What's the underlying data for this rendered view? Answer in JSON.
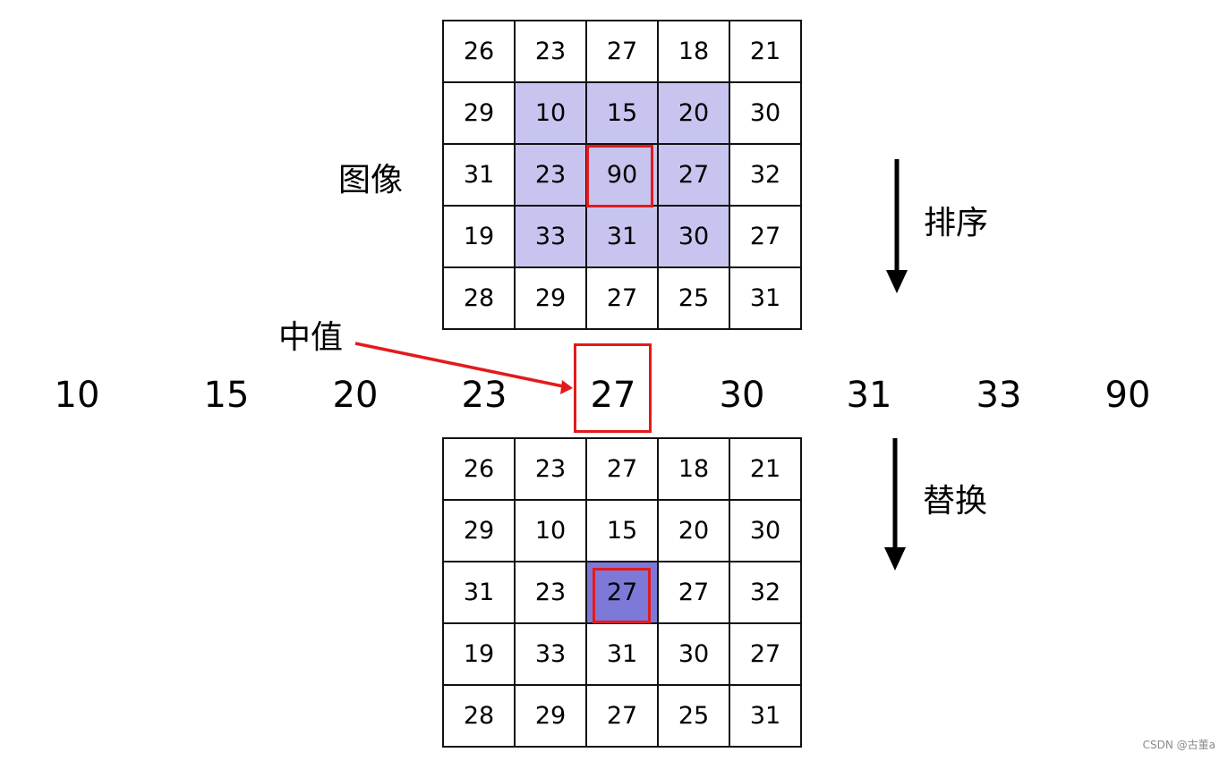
{
  "labels": {
    "image": "图像",
    "sort": "排序",
    "median": "中值",
    "replace": "替换"
  },
  "top_grid": [
    [
      "26",
      "23",
      "27",
      "18",
      "21"
    ],
    [
      "29",
      "10",
      "15",
      "20",
      "30"
    ],
    [
      "31",
      "23",
      "90",
      "27",
      "32"
    ],
    [
      "19",
      "33",
      "31",
      "30",
      "27"
    ],
    [
      "28",
      "29",
      "27",
      "25",
      "31"
    ]
  ],
  "sorted_values": [
    "10",
    "15",
    "20",
    "23",
    "27",
    "30",
    "31",
    "33",
    "90"
  ],
  "bottom_grid": [
    [
      "26",
      "23",
      "27",
      "18",
      "21"
    ],
    [
      "29",
      "10",
      "15",
      "20",
      "30"
    ],
    [
      "31",
      "23",
      "27",
      "27",
      "32"
    ],
    [
      "19",
      "33",
      "31",
      "30",
      "27"
    ],
    [
      "28",
      "29",
      "27",
      "25",
      "31"
    ]
  ],
  "colors": {
    "neighborhood": "#c7c5ef",
    "replaced_cell": "#7c79d8",
    "highlight_border": "#e31a1c",
    "arrow": "#000000"
  },
  "watermark": "CSDN @古董a"
}
